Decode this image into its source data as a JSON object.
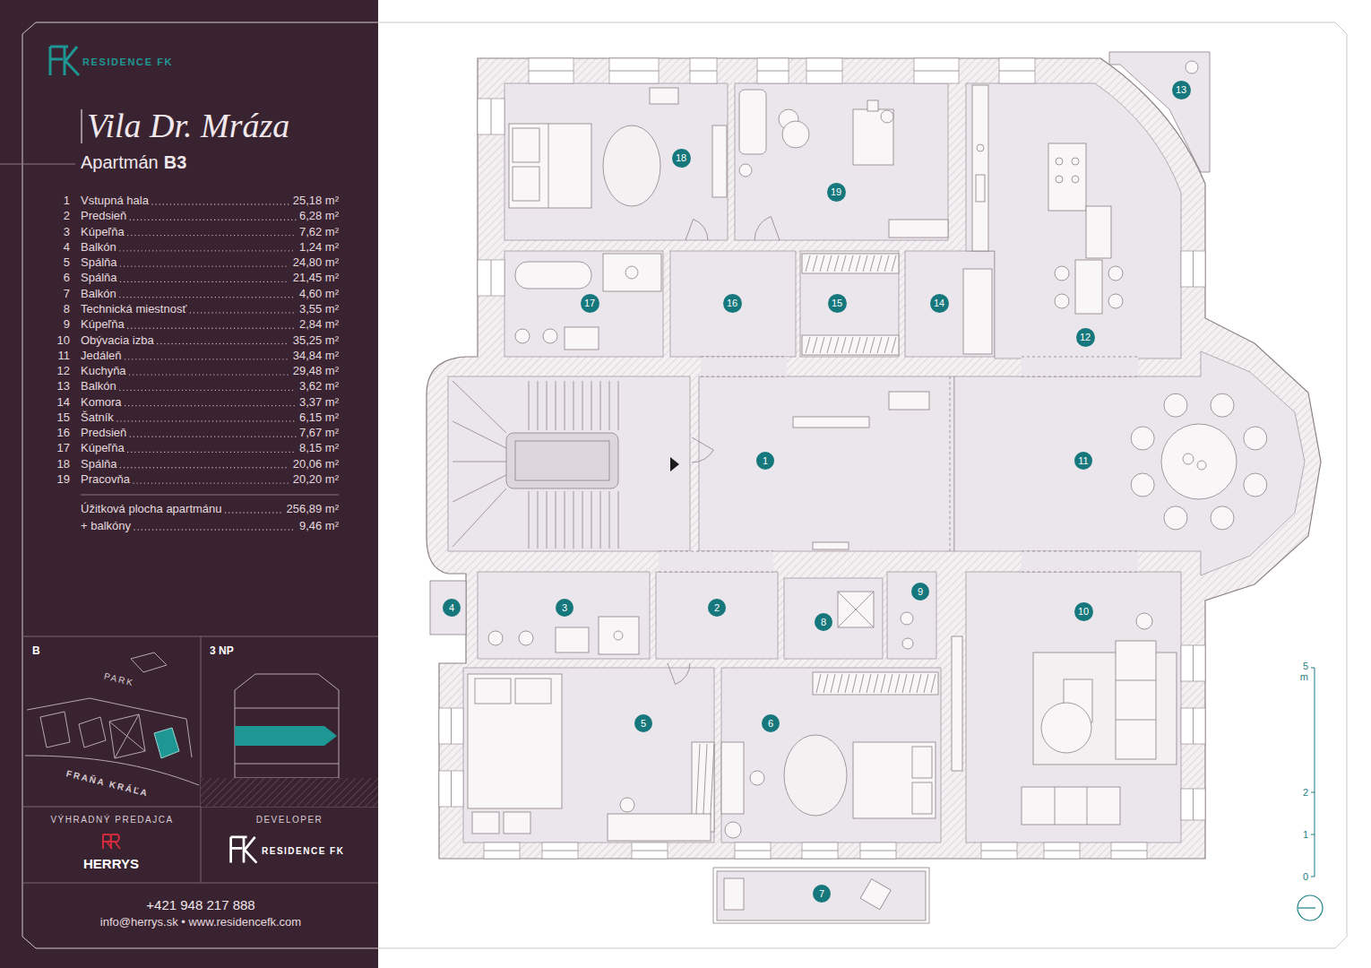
{
  "diagram": {
    "title": "Vila Dr. Mráza",
    "nodes": [
      {
        "text": [
          "1"
        ]
      },
      {
        "text": [
          "2"
        ]
      },
      {
        "text": [
          "3"
        ]
      },
      {
        "text": [
          "4"
        ]
      },
      {
        "text": [
          "5"
        ]
      },
      {
        "text": [
          "6"
        ]
      },
      {
        "text": [
          "7"
        ]
      },
      {
        "text": [
          "8"
        ]
      },
      {
        "text": [
          "9"
        ]
      },
      {
        "text": [
          "10"
        ]
      },
      {
        "text": [
          "11"
        ]
      },
      {
        "text": [
          "12"
        ]
      },
      {
        "text": [
          "13"
        ]
      },
      {
        "text": [
          "14"
        ]
      },
      {
        "text": [
          "15"
        ]
      },
      {
        "text": [
          "16"
        ]
      },
      {
        "text": [
          "17"
        ]
      },
      {
        "text": [
          "18"
        ]
      },
      {
        "text": [
          "19"
        ]
      }
    ],
    "labels": [
      "RESIDENCE FK",
      "Apartmán",
      "B3",
      "1",
      "Vstupná hala",
      "25,18 m²",
      "2",
      "Predsieň",
      "6,28 m²",
      "3",
      "Kúpeľňa",
      "7,62 m²",
      "4",
      "Balkón",
      "1,24 m²",
      "5",
      "Spálňa",
      "24,80 m²",
      "6",
      "Spálňa",
      "21,45 m²",
      "7",
      "Balkón",
      "4,60 m²",
      "8",
      "Technická miestnosť",
      "3,55 m²",
      "9",
      "Kúpeľňa",
      "2,84 m²",
      "10",
      "Obývacia izba",
      "35,25 m²",
      "11",
      "Jedáleň",
      "34,84 m²",
      "12",
      "Kuchyňa",
      "29,48 m²",
      "13",
      "Balkón",
      "3,62 m²",
      "14",
      "Komora",
      "3,37 m²",
      "15",
      "Šatník",
      "6,15 m²",
      "16",
      "Predsieň",
      "7,67 m²",
      "17",
      "Kúpeľňa",
      "8,15 m²",
      "18",
      "Spálňa",
      "20,06 m²",
      "19",
      "Pracovňa",
      "20,20 m²",
      "Úžitková plocha apartmánu",
      "256,89 m²",
      "+ balkóny",
      "9,46 m²",
      "B",
      "PARK",
      "FRAŇA KRÁĽA",
      "3 NP",
      "VÝHRADNÝ PREDAJCA",
      "DEVELOPER",
      "HERRYS",
      "RESIDENCE FK",
      "+421 948 217 888",
      "info@herrys.sk • www.residencefk.com",
      "5",
      "m",
      "2",
      "1",
      "0"
    ]
  }
}
